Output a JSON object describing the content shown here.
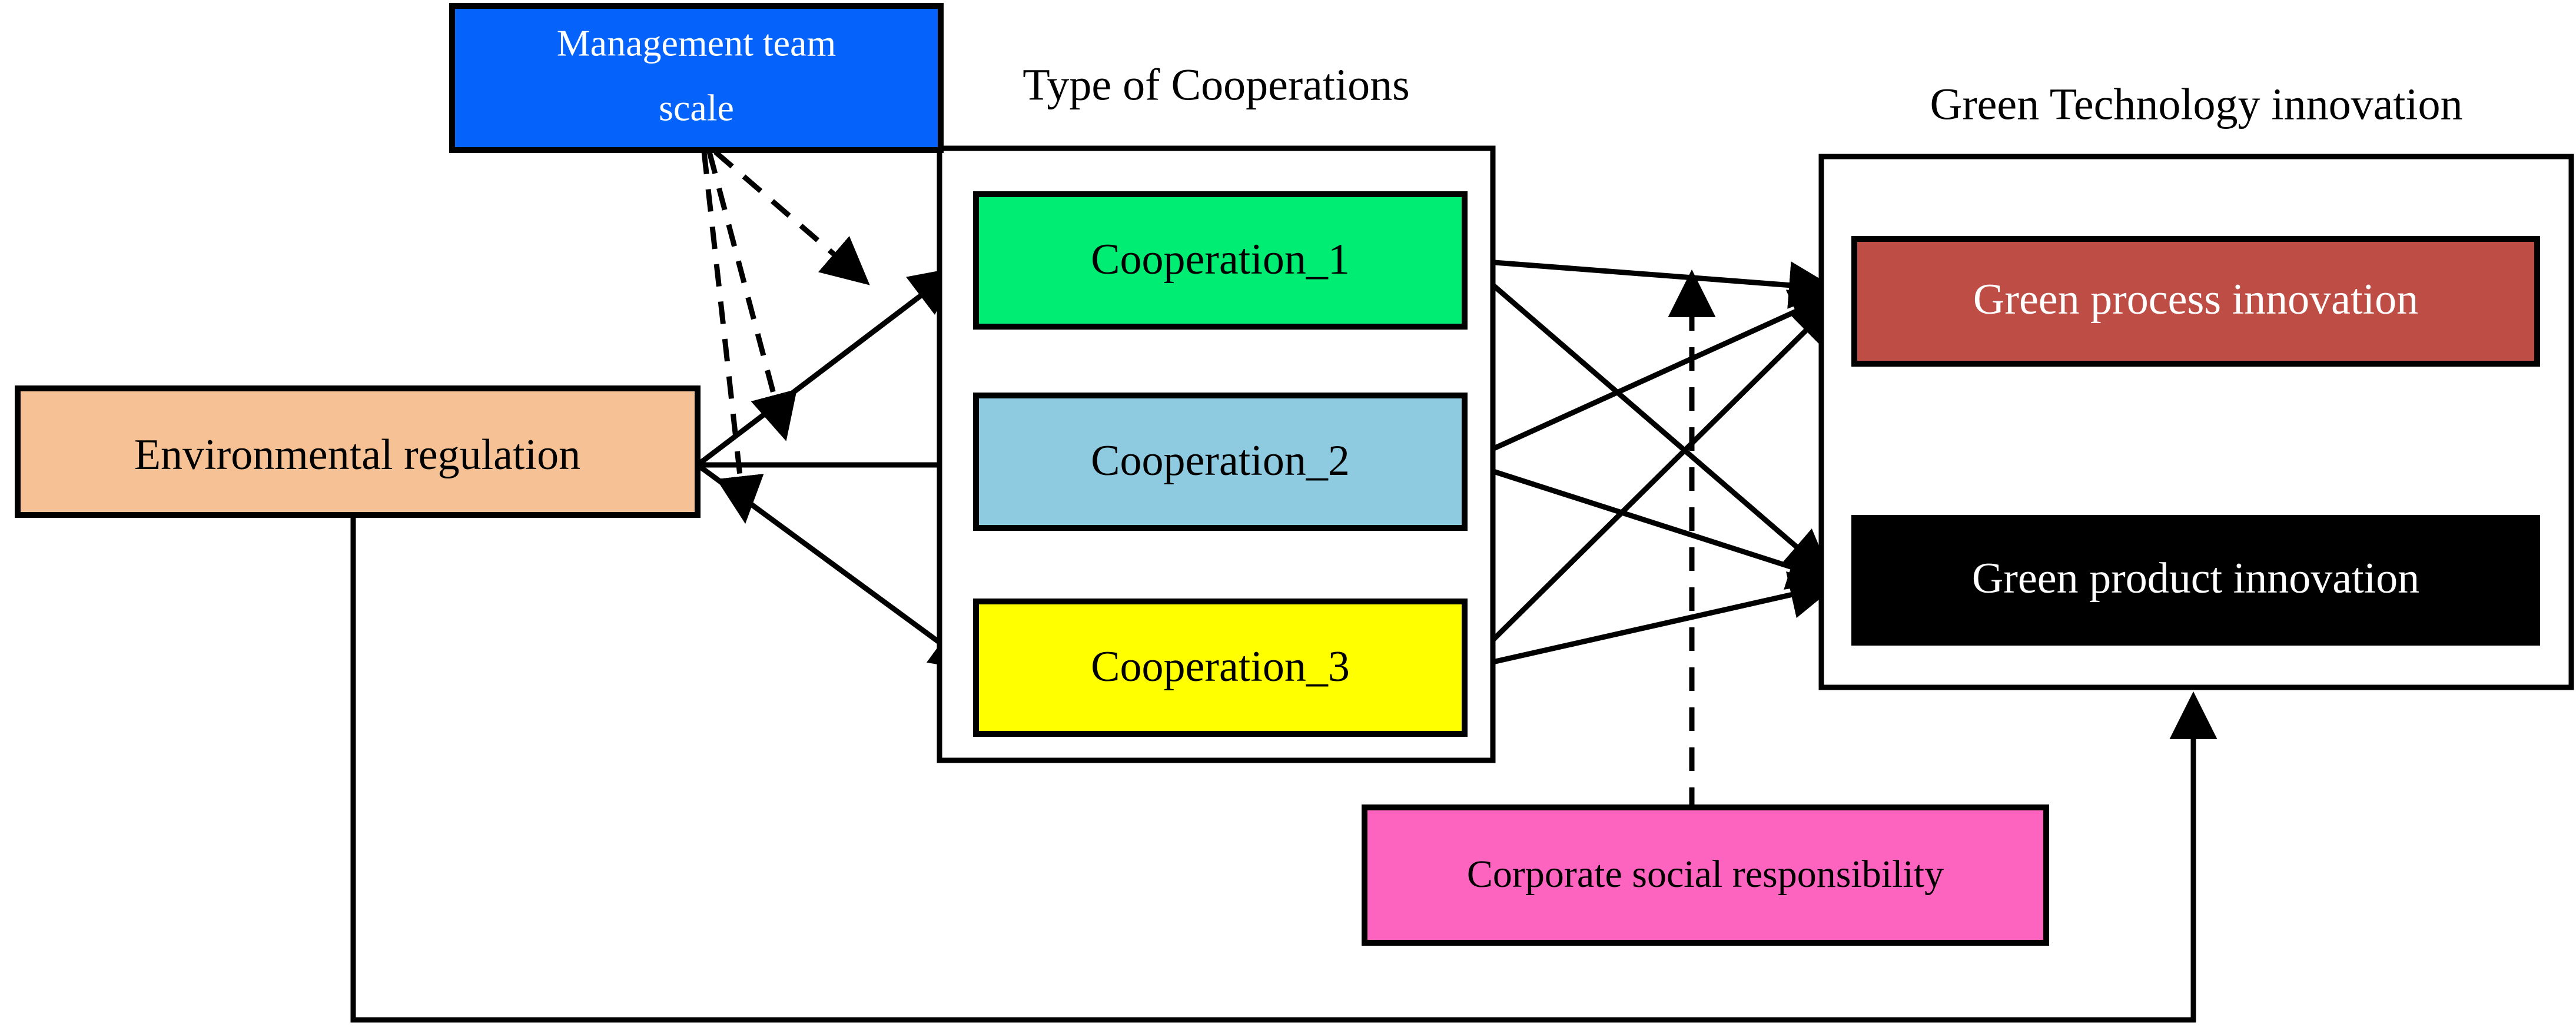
{
  "diagram": {
    "type": "conceptual-research-framework",
    "background": "#ffffff",
    "stroke_color": "#000000"
  },
  "nodes": {
    "management_team_scale": {
      "label": "Management team scale",
      "line1": "Management team",
      "line2": "scale",
      "fill": "#0563FB",
      "text_color": "#ffffff"
    },
    "environmental_regulation": {
      "label": "Environmental regulation",
      "fill": "#F6C295",
      "text_color": "#000000"
    },
    "corporate_social_responsibility": {
      "label": "Corporate social responsibility",
      "fill": "#FD64C0",
      "text_color": "#000000"
    },
    "cooperation_1": {
      "label": "Cooperation_1",
      "fill": "#00ED74",
      "text_color": "#000000"
    },
    "cooperation_2": {
      "label": "Cooperation_2",
      "fill": "#8FCBE0",
      "text_color": "#000000"
    },
    "cooperation_3": {
      "label": "Cooperation_3",
      "fill": "#FFFF00",
      "text_color": "#000000"
    },
    "green_process_innovation": {
      "label": "Green process innovation",
      "fill": "#BE4D45",
      "text_color": "#ffffff"
    },
    "green_product_innovation": {
      "label": "Green product innovation",
      "fill": "#000000",
      "text_color": "#ffffff"
    }
  },
  "groups": {
    "type_of_cooperations": {
      "title": "Type of Cooperations",
      "fill": "#ffffff",
      "members": [
        "Cooperation_1",
        "Cooperation_2",
        "Cooperation_3"
      ]
    },
    "green_technology_innovation": {
      "title": "Green Technology innovation",
      "fill": "#ffffff",
      "members": [
        "Green process innovation",
        "Green product innovation"
      ]
    }
  },
  "edges": [
    {
      "from": "Environmental regulation",
      "to": "Cooperation_1",
      "style": "solid",
      "arrow": "end"
    },
    {
      "from": "Environmental regulation",
      "to": "Cooperation_2",
      "style": "solid",
      "arrow": "none"
    },
    {
      "from": "Environmental regulation",
      "to": "Cooperation_3",
      "style": "solid",
      "arrow": "end"
    },
    {
      "from": "Management team scale",
      "to": "Environmental regulation -> Cooperation_1",
      "style": "dashed",
      "arrow": "end"
    },
    {
      "from": "Management team scale",
      "to": "Environmental regulation -> Cooperation_2",
      "style": "dashed",
      "arrow": "end"
    },
    {
      "from": "Management team scale",
      "to": "Environmental regulation -> Cooperation_3",
      "style": "dashed",
      "arrow": "end"
    },
    {
      "from": "Cooperation_1",
      "to": "Green process innovation",
      "style": "solid",
      "arrow": "end"
    },
    {
      "from": "Cooperation_1",
      "to": "Green product innovation",
      "style": "solid",
      "arrow": "end"
    },
    {
      "from": "Cooperation_2",
      "to": "Green process innovation",
      "style": "solid",
      "arrow": "end"
    },
    {
      "from": "Cooperation_2",
      "to": "Green product innovation",
      "style": "solid",
      "arrow": "end"
    },
    {
      "from": "Cooperation_3",
      "to": "Green process innovation",
      "style": "solid",
      "arrow": "end"
    },
    {
      "from": "Cooperation_3",
      "to": "Green product innovation",
      "style": "solid",
      "arrow": "end"
    },
    {
      "from": "Corporate social responsibility",
      "to": "Cooperation -> Green Technology innovation",
      "style": "dashed",
      "arrow": "end"
    },
    {
      "from": "Environmental regulation",
      "to": "Green Technology innovation",
      "style": "solid",
      "arrow": "end",
      "routing": "bottom-feedback"
    }
  ]
}
